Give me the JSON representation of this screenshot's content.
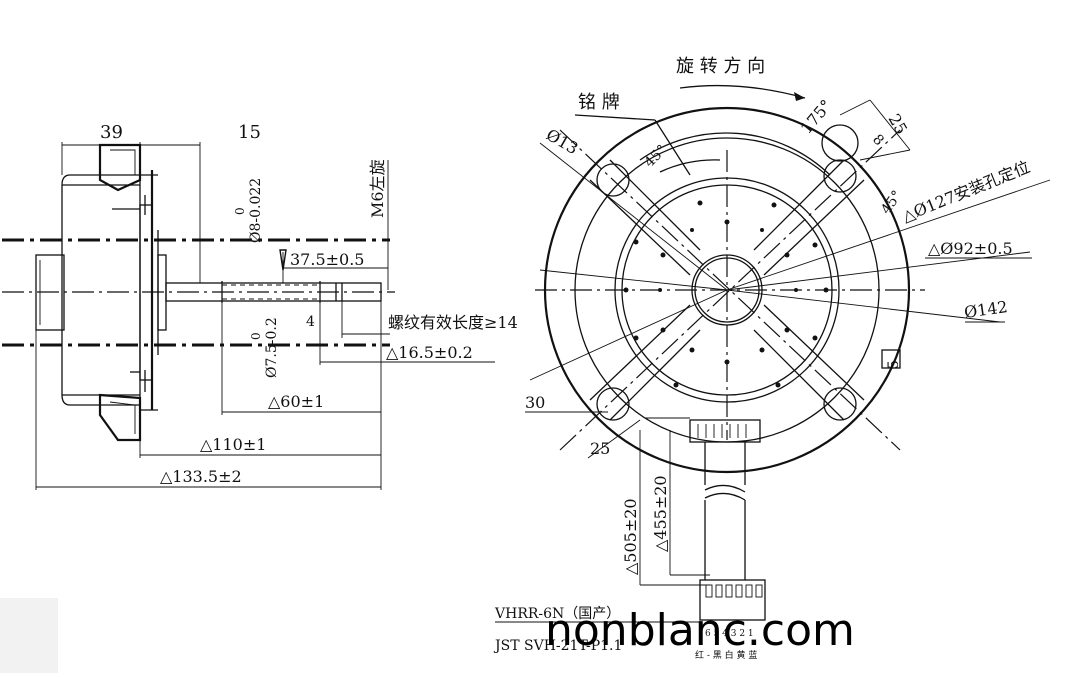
{
  "side_view": {
    "dim_39": "39",
    "dim_15": "15",
    "shaft_tol_8": "Ø8-0.022",
    "shaft_tol_8_zero": "0",
    "m6_label": "M6左旋",
    "dim_37_5": "37.5±0.5",
    "thread_len": "螺纹有效长度≥14",
    "dim_4": "4",
    "shaft_tol_7_5": "Ø7.5-0.2",
    "shaft_tol_7_5_zero": "0",
    "dim_16_5": "△16.5±0.2",
    "dim_60": "△60±1",
    "dim_110": "△110±1",
    "dim_133_5": "△133.5±2"
  },
  "front_view": {
    "rotation_dir": "旋 转 方 向",
    "nameplate": "铭 牌",
    "dia_13": "Ø13",
    "angle_45_top": "45°",
    "angle_175": "175°",
    "dim_25_top": "25",
    "dim_8": "8",
    "angle_45_right": "45°",
    "dia_127": "△Ø127安装孔定位",
    "dia_92": "△Ø92±0.5",
    "dia_142": "Ø142",
    "dim_30": "30",
    "dim_25_bottom": "25",
    "dim_5": "5"
  },
  "lead_wire": {
    "len_505": "△505±20",
    "len_455": "△455±20",
    "connector_1": "VHRR-6N（国产）",
    "connector_2": "JST SVH-21T-P1.1",
    "pin_numbers": "6 5 4 3 2 1",
    "wire_colors": "红 - 黑 白 黄 蓝"
  },
  "watermark": "nonblanc.com"
}
